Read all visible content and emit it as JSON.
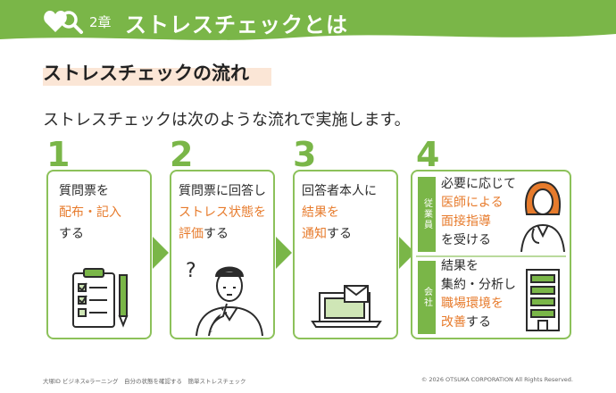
{
  "header": {
    "chapter": "2章",
    "title": "ストレスチェックとは",
    "logo_icon": "heart-magnifier-icon",
    "band_color": "#7ab648"
  },
  "section_title": "ストレスチェックの流れ",
  "subtitle": "ストレスチェックは次のような流れで実施します。",
  "accent_color": "#e77b2c",
  "steps": [
    {
      "number": "1",
      "lines": [
        {
          "text": "質問票を",
          "highlight": false
        },
        {
          "text": "配布・記入",
          "highlight": true
        },
        {
          "text": "する",
          "highlight": false
        }
      ],
      "icon": "clipboard-checklist-icon"
    },
    {
      "number": "2",
      "line1": "質問票に回答し",
      "line2": "ストレス状態を",
      "line3a": "評価",
      "line3b": "する",
      "icon": "thinking-man-icon"
    },
    {
      "number": "3",
      "line1": "回答者本人に",
      "line2": "結果を",
      "line3a": "通知",
      "line3b": "する",
      "icon": "laptop-mail-icon"
    },
    {
      "number": "4",
      "top": {
        "label": "従業員",
        "line1": "必要に応じて",
        "line2": "医師による",
        "line3": "面接指導",
        "line4": "を受ける",
        "icon": "doctor-icon"
      },
      "bottom": {
        "label": "会社",
        "line1": "結果を",
        "line2": "集約・分析し",
        "line3": "職場環境を",
        "line4a": "改善",
        "line4b": "する",
        "icon": "office-building-icon"
      }
    }
  ],
  "footer": {
    "left": "大塚ID ビジネスeラーニング　自分の状態を確認する　簡単ストレスチェック",
    "right": "© 2026 OTSUKA CORPORATION All Rights Reserved."
  }
}
